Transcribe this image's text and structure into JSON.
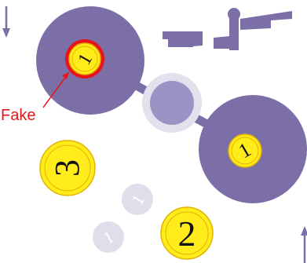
{
  "colors": {
    "pan": "#7c6fa8",
    "pan_light": "#9d92c4",
    "halo": "#e4e1ef",
    "coin_fill": "#ffec1a",
    "coin_edge": "#e2b300",
    "fake_ring": "#e8141a",
    "ghost_coin": "#e1deec",
    "ghost_text": "#ffffff",
    "arrow": "#7c6fa8",
    "label": "#e8141a",
    "scale_icon": "#7c6fa8"
  },
  "fake_label": "Fake",
  "coins": {
    "fake_on_left_pan": "1",
    "on_right_pan": "1",
    "three": "3",
    "two": "2",
    "ghost_upper": "1",
    "ghost_lower": "1"
  },
  "icons": {
    "balance": "balance-scale-icon",
    "arrow_down": "arrow-down-icon",
    "arrow_up": "arrow-up-icon"
  }
}
